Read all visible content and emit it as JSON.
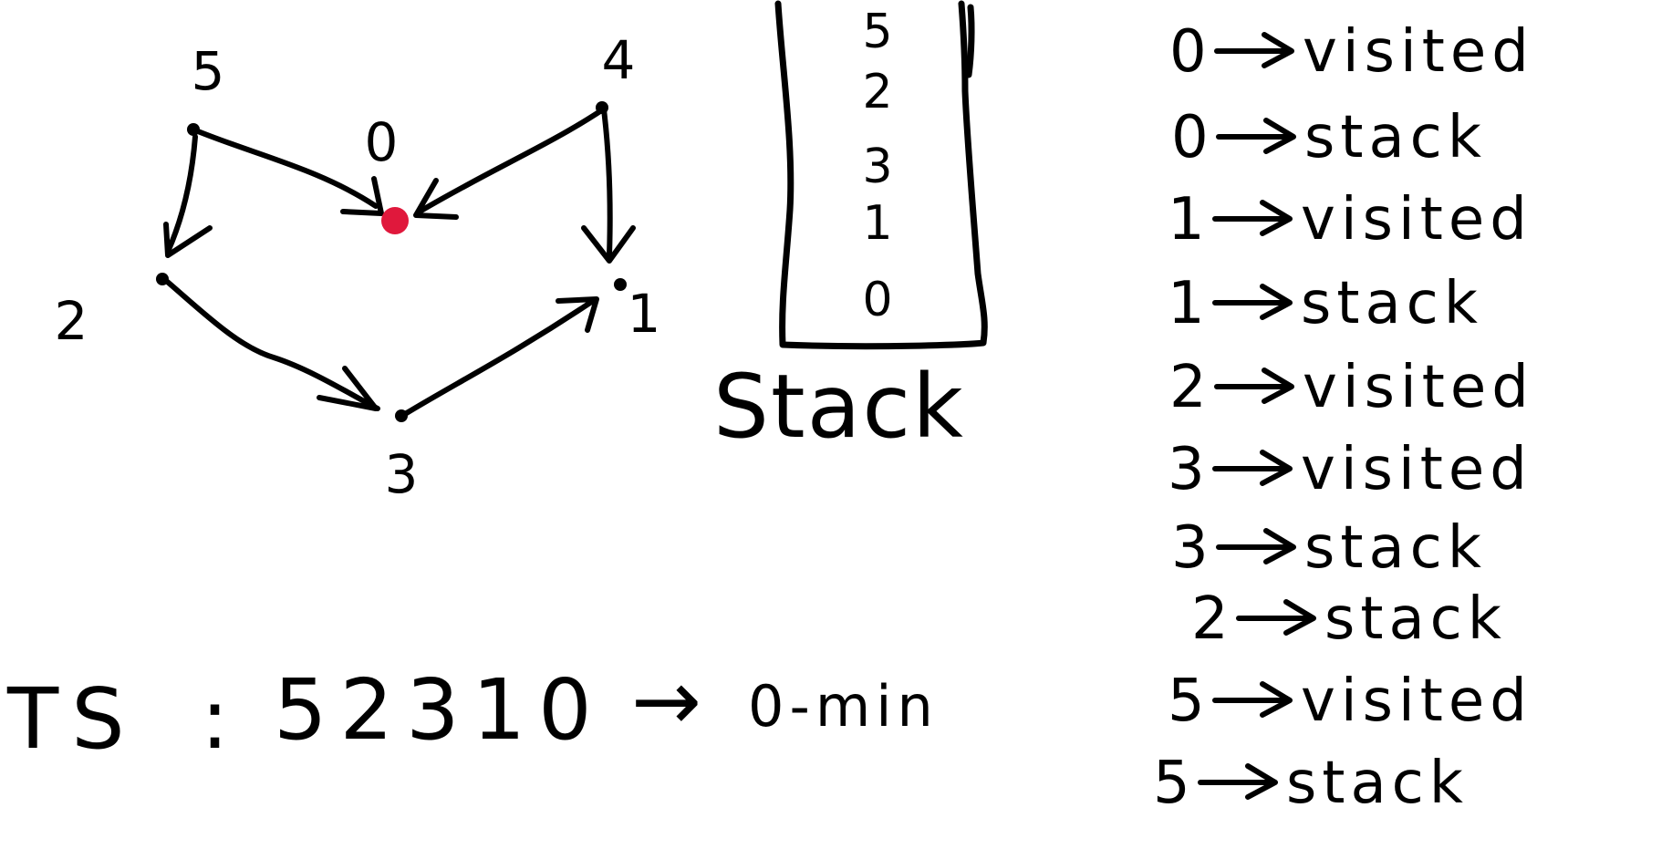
{
  "colors": {
    "ink": "#000000",
    "highlight": "#e0183c",
    "background": "#ffffff"
  },
  "graph": {
    "nodes": [
      {
        "id": "5",
        "label": "5"
      },
      {
        "id": "4",
        "label": "4"
      },
      {
        "id": "0",
        "label": "0",
        "highlighted": true
      },
      {
        "id": "2",
        "label": "2"
      },
      {
        "id": "1",
        "label": "1"
      },
      {
        "id": "3",
        "label": "3"
      }
    ],
    "edges": [
      {
        "from": "5",
        "to": "0"
      },
      {
        "from": "5",
        "to": "2"
      },
      {
        "from": "4",
        "to": "0"
      },
      {
        "from": "4",
        "to": "1"
      },
      {
        "from": "2",
        "to": "3"
      },
      {
        "from": "3",
        "to": "1"
      }
    ]
  },
  "stack": {
    "items": [
      "5",
      "2",
      "3",
      "1",
      "0"
    ],
    "caption": "Stack"
  },
  "steps": [
    {
      "node": "0",
      "action": "visited"
    },
    {
      "node": "0",
      "action": "stack"
    },
    {
      "node": "1",
      "action": "visited"
    },
    {
      "node": "1",
      "action": "stack"
    },
    {
      "node": "2",
      "action": "visited"
    },
    {
      "node": "3",
      "action": "visited"
    },
    {
      "node": "3",
      "action": "stack"
    },
    {
      "node": "2",
      "action": "stack"
    },
    {
      "node": "5",
      "action": "visited"
    },
    {
      "node": "5",
      "action": "stack"
    }
  ],
  "result": {
    "prefix": "TS",
    "colon": ":",
    "order": "52310",
    "arrow": "→",
    "note": "0-min"
  }
}
